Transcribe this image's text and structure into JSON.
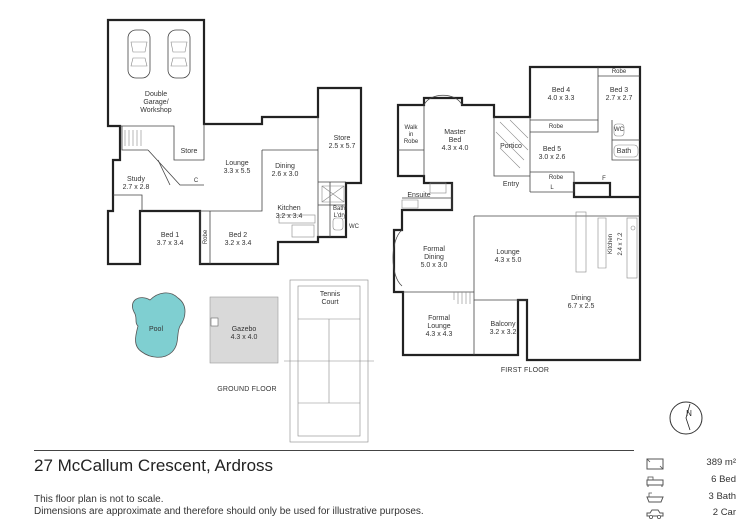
{
  "listing": {
    "address": "27 McCallum Crescent, Ardross",
    "disclaimer_line1": "This floor plan is not to scale.",
    "disclaimer_line2": "Dimensions are approximate and therefore should only be used for illustrative purposes."
  },
  "stats": {
    "area": "389 m²",
    "beds": "6 Bed",
    "baths": "3 Bath",
    "cars": "2 Car"
  },
  "floors": {
    "ground_label": "GROUND FLOOR",
    "first_label": "FIRST FLOOR"
  },
  "ground_rooms": {
    "garage_name_1": "Double",
    "garage_name_2": "Garage/",
    "garage_name_3": "Workshop",
    "store_a": "Store",
    "c_label": "C",
    "study_name": "Study",
    "study_dim": "2.7 x 2.8",
    "lounge_name": "Lounge",
    "lounge_dim": "3.3 x 5.5",
    "dining_name": "Dining",
    "dining_dim": "2.6 x 3.0",
    "store_b_name": "Store",
    "store_b_dim": "2.5 x 5.7",
    "kitchen_name": "Kitchen",
    "kitchen_dim": "3.2 x 3.4",
    "bath_laundry_1": "Bath/",
    "bath_laundry_2": "L'dry",
    "wc": "WC",
    "bed1_name": "Bed 1",
    "bed1_dim": "3.7 x 3.4",
    "robe": "Robe",
    "bed2_name": "Bed 2",
    "bed2_dim": "3.2 x 3.4",
    "pool": "Pool",
    "gazebo_name": "Gazebo",
    "gazebo_dim": "4.3 x 4.0",
    "tennis_1": "Tennis",
    "tennis_2": "Court"
  },
  "first_rooms": {
    "walkin_1": "Walk",
    "walkin_2": "in",
    "walkin_3": "Robe",
    "master_name_1": "Master",
    "master_name_2": "Bed",
    "master_dim": "4.3 x 4.0",
    "ensuite": "Ensuite",
    "portico": "Portico",
    "entry": "Entry",
    "bed4_name": "Bed 4",
    "bed4_dim": "4.0 x 3.3",
    "bed3_name": "Bed 3",
    "bed3_dim": "2.7 x 2.7",
    "robe": "Robe",
    "wc": "WC",
    "bath": "Bath",
    "bed5_name": "Bed 5",
    "bed5_dim": "3.0 x 2.6",
    "l_label": "L",
    "f_label": "F",
    "formal_dining_1": "Formal",
    "formal_dining_2": "Dining",
    "formal_dining_dim": "5.0 x 3.0",
    "lounge_name": "Lounge",
    "lounge_dim": "4.3 x 5.0",
    "kitchen_name": "Kitchen",
    "kitchen_dim": "2.4 x 7.2",
    "formal_lounge_1": "Formal",
    "formal_lounge_2": "Lounge",
    "formal_lounge_dim": "4.3 x 4.3",
    "balcony_name": "Balcony",
    "balcony_dim": "3.2 x 3.2",
    "dining_name": "Dining",
    "dining_dim": "6.7 x 2.5"
  },
  "compass": {
    "label": "N"
  },
  "colors": {
    "pool": "#7fcfd1",
    "gazebo": "#d9d9d9",
    "walls": "#222222",
    "text": "#333333"
  },
  "icons": [
    "floor-area-icon",
    "bed-icon",
    "bath-icon",
    "car-icon",
    "compass-icon"
  ]
}
